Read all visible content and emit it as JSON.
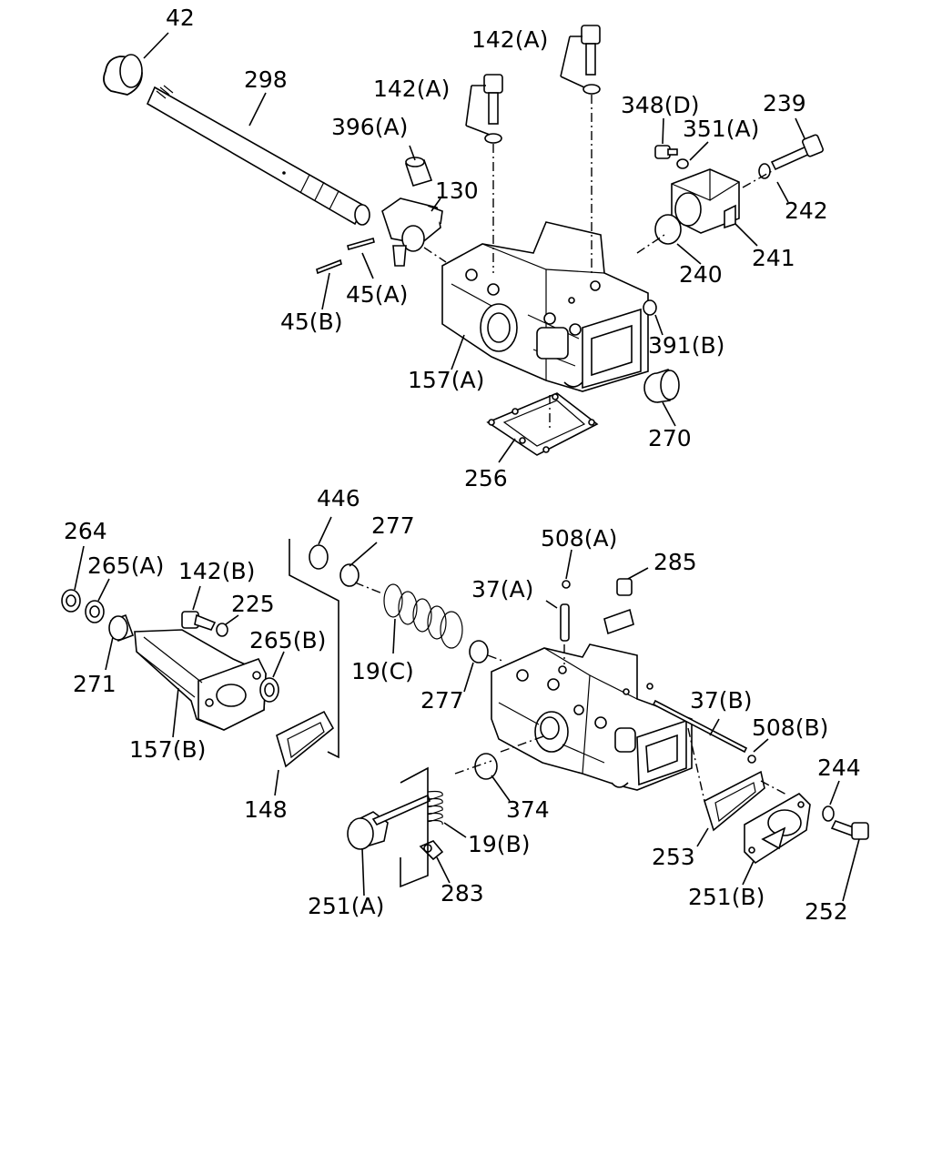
{
  "diagram": {
    "callouts": [
      {
        "id": "c42",
        "text": "42"
      },
      {
        "id": "c298",
        "text": "298"
      },
      {
        "id": "c142a1",
        "text": "142(A)"
      },
      {
        "id": "c142a2",
        "text": "142(A)"
      },
      {
        "id": "c396a",
        "text": "396(A)"
      },
      {
        "id": "c130",
        "text": "130"
      },
      {
        "id": "c348d",
        "text": "348(D)"
      },
      {
        "id": "c351a",
        "text": "351(A)"
      },
      {
        "id": "c239",
        "text": "239"
      },
      {
        "id": "c242",
        "text": "242"
      },
      {
        "id": "c241",
        "text": "241"
      },
      {
        "id": "c240",
        "text": "240"
      },
      {
        "id": "c45a",
        "text": "45(A)"
      },
      {
        "id": "c45b",
        "text": "45(B)"
      },
      {
        "id": "c391b",
        "text": "391(B)"
      },
      {
        "id": "c157a",
        "text": "157(A)"
      },
      {
        "id": "c270",
        "text": "270"
      },
      {
        "id": "c256",
        "text": "256"
      },
      {
        "id": "c446",
        "text": "446"
      },
      {
        "id": "c277a",
        "text": "277"
      },
      {
        "id": "c264",
        "text": "264"
      },
      {
        "id": "c265a",
        "text": "265(A)"
      },
      {
        "id": "c142b",
        "text": "142(B)"
      },
      {
        "id": "c225",
        "text": "225"
      },
      {
        "id": "c265b",
        "text": "265(B)"
      },
      {
        "id": "c271",
        "text": "271"
      },
      {
        "id": "c157b",
        "text": "157(B)"
      },
      {
        "id": "c148",
        "text": "148"
      },
      {
        "id": "c19c",
        "text": "19(C)"
      },
      {
        "id": "c277b",
        "text": "277"
      },
      {
        "id": "c508a",
        "text": "508(A)"
      },
      {
        "id": "c37a",
        "text": "37(A)"
      },
      {
        "id": "c285",
        "text": "285"
      },
      {
        "id": "c37b",
        "text": "37(B)"
      },
      {
        "id": "c508b",
        "text": "508(B)"
      },
      {
        "id": "c244",
        "text": "244"
      },
      {
        "id": "c374",
        "text": "374"
      },
      {
        "id": "c19b",
        "text": "19(B)"
      },
      {
        "id": "c253",
        "text": "253"
      },
      {
        "id": "c251a",
        "text": "251(A)"
      },
      {
        "id": "c283",
        "text": "283"
      },
      {
        "id": "c251b",
        "text": "251(B)"
      },
      {
        "id": "c252",
        "text": "252"
      }
    ]
  }
}
